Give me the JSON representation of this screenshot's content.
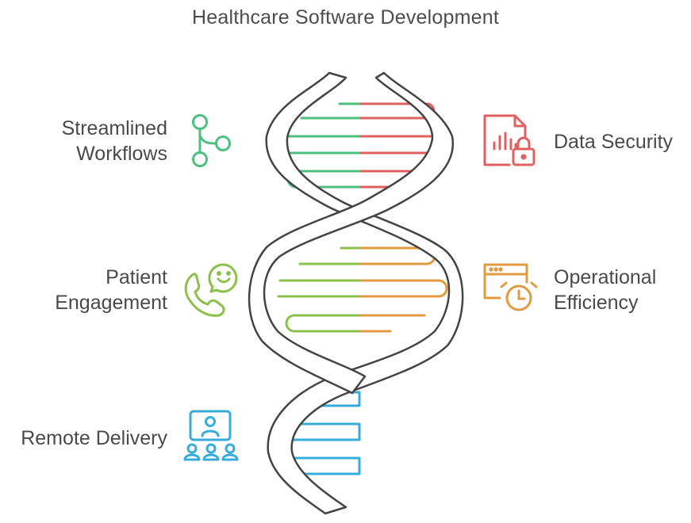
{
  "title": "Healthcare Software Development",
  "colors": {
    "strand": "#444444",
    "green": "#4cc07e",
    "red": "#e06060",
    "lime": "#8cc04c",
    "orange": "#e09a40",
    "blue": "#38acd8"
  },
  "items": {
    "streamlined": {
      "line1": "Streamlined",
      "line2": "Workflows",
      "icon": "workflow-branch-icon"
    },
    "data_security": {
      "line1": "Data Security",
      "icon": "secure-document-icon"
    },
    "patient": {
      "line1": "Patient",
      "line2": "Engagement",
      "icon": "chat-phone-icon"
    },
    "operational": {
      "line1": "Operational",
      "line2": "Efficiency",
      "icon": "browser-clock-icon"
    },
    "remote": {
      "line1": "Remote Delivery",
      "icon": "video-conference-icon"
    }
  }
}
